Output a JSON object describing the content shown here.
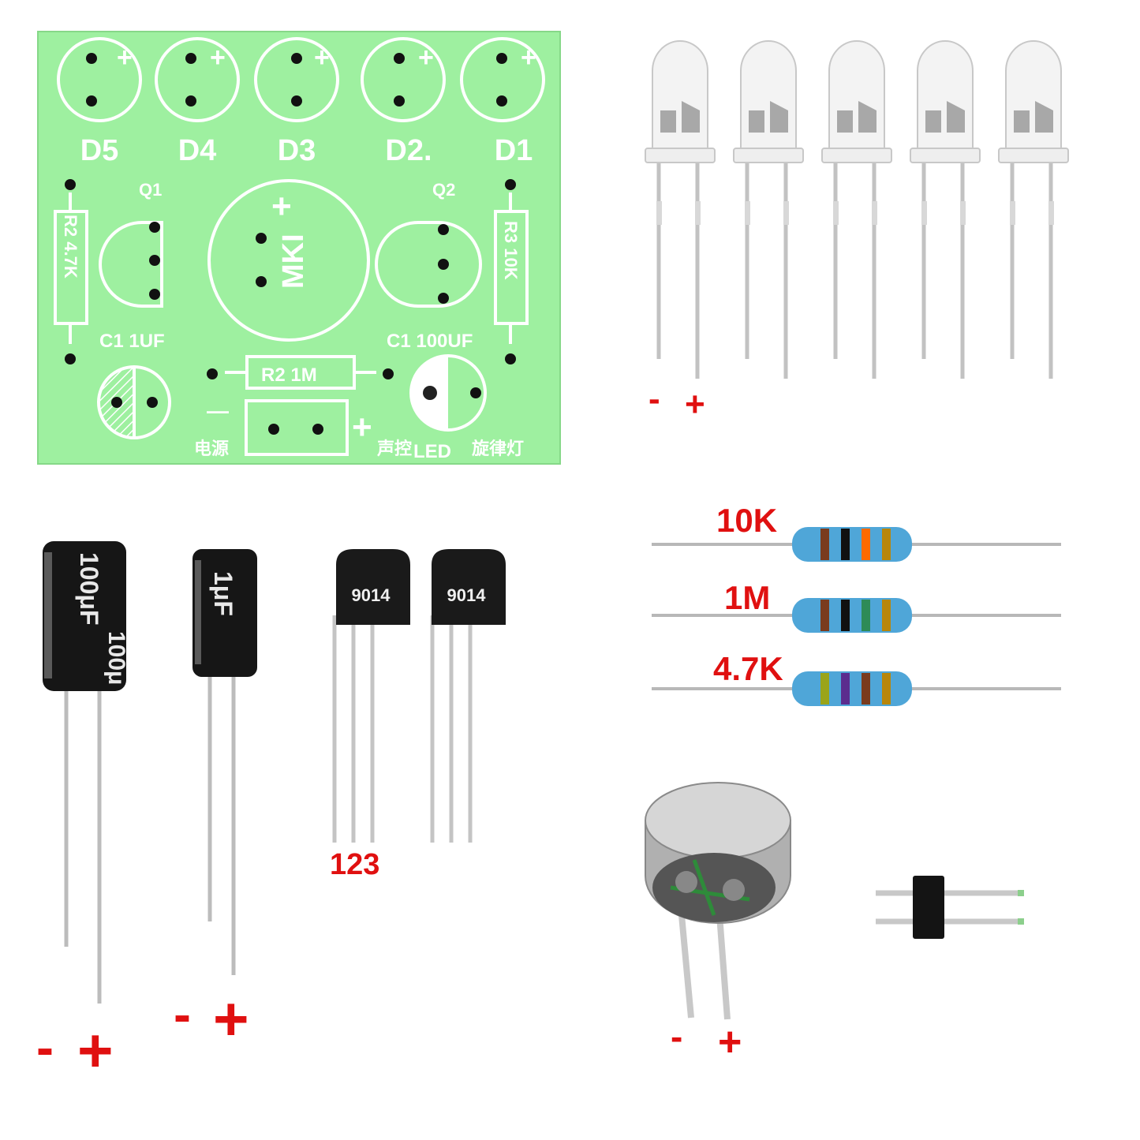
{
  "pcb": {
    "led_labels": [
      "D5",
      "D4",
      "D3",
      "D2.",
      "D1"
    ],
    "plus": "+",
    "minus": "—",
    "q1": "Q1",
    "q2": "Q2",
    "mic": "MKI",
    "r2_left": "R2  4.7K",
    "r3_right": "R3 10K",
    "c1_left": "C1 1UF",
    "c1_right": "C1 100UF",
    "r2_bottom": "R2 1M",
    "power": "电源",
    "title_a": "声控",
    "title_b": "LED",
    "title_c": "旋律灯",
    "color": "#9ef0a0"
  },
  "leds": {
    "minus": "-",
    "plus": "+"
  },
  "resistors": [
    {
      "label": "10K",
      "bands": [
        "#7a3b1e",
        "#111111",
        "#ff6a00",
        "#b8860b"
      ]
    },
    {
      "label": "1M",
      "bands": [
        "#7a3b1e",
        "#111111",
        "#2e8b57",
        "#b8860b"
      ]
    },
    {
      "label": "4.7K",
      "bands": [
        "#9aa41a",
        "#5b2c8e",
        "#7a3b1e",
        "#b8860b"
      ]
    }
  ],
  "capacitors": [
    {
      "label": "100μF",
      "label2": "100μ",
      "minus": "-",
      "plus": "+"
    },
    {
      "label": "1μF",
      "minus": "-",
      "plus": "+"
    }
  ],
  "transistors": [
    {
      "label": "9014"
    },
    {
      "label": "9014"
    }
  ],
  "pins_label": "123",
  "microphone": {
    "minus": "-",
    "plus": "+"
  },
  "accent_color": "#e01010"
}
